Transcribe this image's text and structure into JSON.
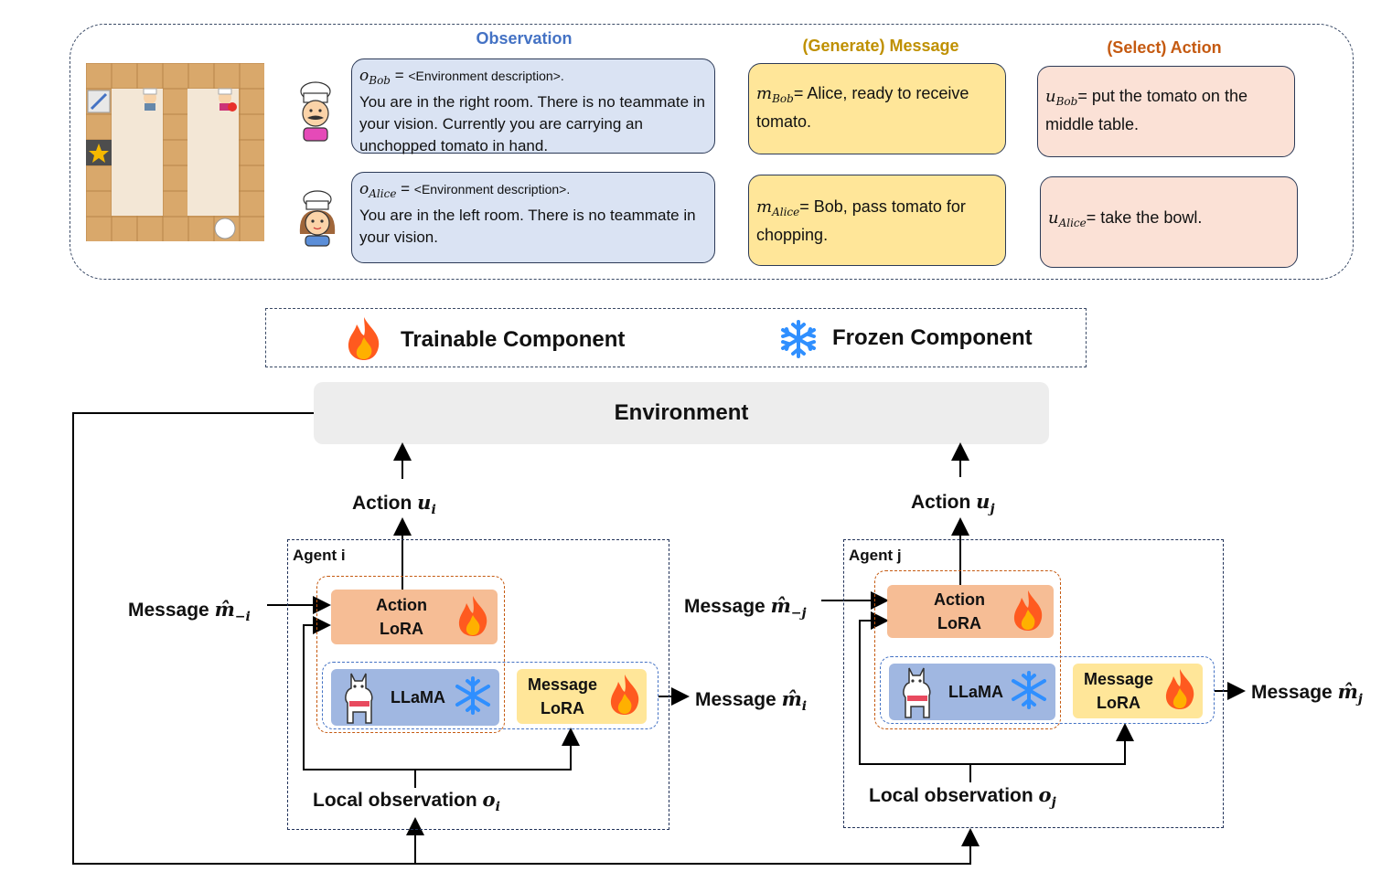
{
  "example": {
    "headers": {
      "observation": "Observation",
      "message": "(Generate) Message",
      "action": "(Select) Action"
    },
    "bob": {
      "obs_symbol": "o",
      "obs_sub": "Bob",
      "obs_eq": " = ",
      "obs_desc": "<Environment description>.",
      "obs_text": "You are in the right room.  There is no teammate in your vision. Currently you are carrying an unchopped tomato in hand.",
      "msg_symbol": "m",
      "msg_sub": "Bob",
      "msg_text": "= Alice, ready to receive tomato.",
      "act_symbol": "u",
      "act_sub": "Bob",
      "act_text": "= put the tomato on the middle table."
    },
    "alice": {
      "obs_symbol": "o",
      "obs_sub": "Alice",
      "obs_eq": " = ",
      "obs_desc": "<Environment description>.",
      "obs_text": "You are in the left room. There is no teammate in your vision.",
      "msg_symbol": "m",
      "msg_sub": "Alice",
      "msg_text": "= Bob, pass tomato for chopping.",
      "act_symbol": "u",
      "act_sub": "Alice",
      "act_text": "= take the bowl."
    }
  },
  "legend": {
    "trainable": "Trainable Component",
    "frozen": "Frozen Component"
  },
  "environment": "Environment",
  "agent_i": {
    "label": "Agent i",
    "action_label": "Action ",
    "action_sym": "u",
    "action_sub": "i",
    "msg_in_label": "Message ",
    "msg_in_sym": "m̂",
    "msg_in_sub": "−i",
    "msg_out_label": "Message ",
    "msg_out_sym": "m̂",
    "msg_out_sub": "i",
    "obs_label": "Local observation ",
    "obs_sym": "o",
    "obs_sub": "i",
    "action_lora": "Action LoRA",
    "llama": "LLaMA",
    "message_lora": "Message LoRA"
  },
  "agent_j": {
    "label": "Agent j",
    "action_label": "Action ",
    "action_sym": "u",
    "action_sub": "j",
    "msg_in_label": "Message ",
    "msg_in_sym": "m̂",
    "msg_in_sub": "−j",
    "msg_out_label": "Message ",
    "msg_out_sym": "m̂",
    "msg_out_sub": "j",
    "obs_label": "Local observation ",
    "obs_sym": "o",
    "obs_sub": "j",
    "action_lora": "Action LoRA",
    "llama": "LLaMA",
    "message_lora": "Message LoRA"
  },
  "icons": {
    "trainable": "fire-icon",
    "frozen": "snowflake-icon",
    "llama": "llama-icon",
    "chef_bob": "chef-mustache-icon",
    "chef_alice": "chef-girl-icon"
  },
  "colors": {
    "obs_box": "#dae3f3",
    "msg_box": "#ffe699",
    "act_box": "#fbe1d6",
    "header_obs": "#4472c4",
    "header_msg": "#bf9000",
    "header_act": "#c55a11",
    "action_lora": "#f4b183",
    "llama": "#8faadc",
    "fire": "#ff5a1f",
    "snow": "#2f8fff"
  }
}
